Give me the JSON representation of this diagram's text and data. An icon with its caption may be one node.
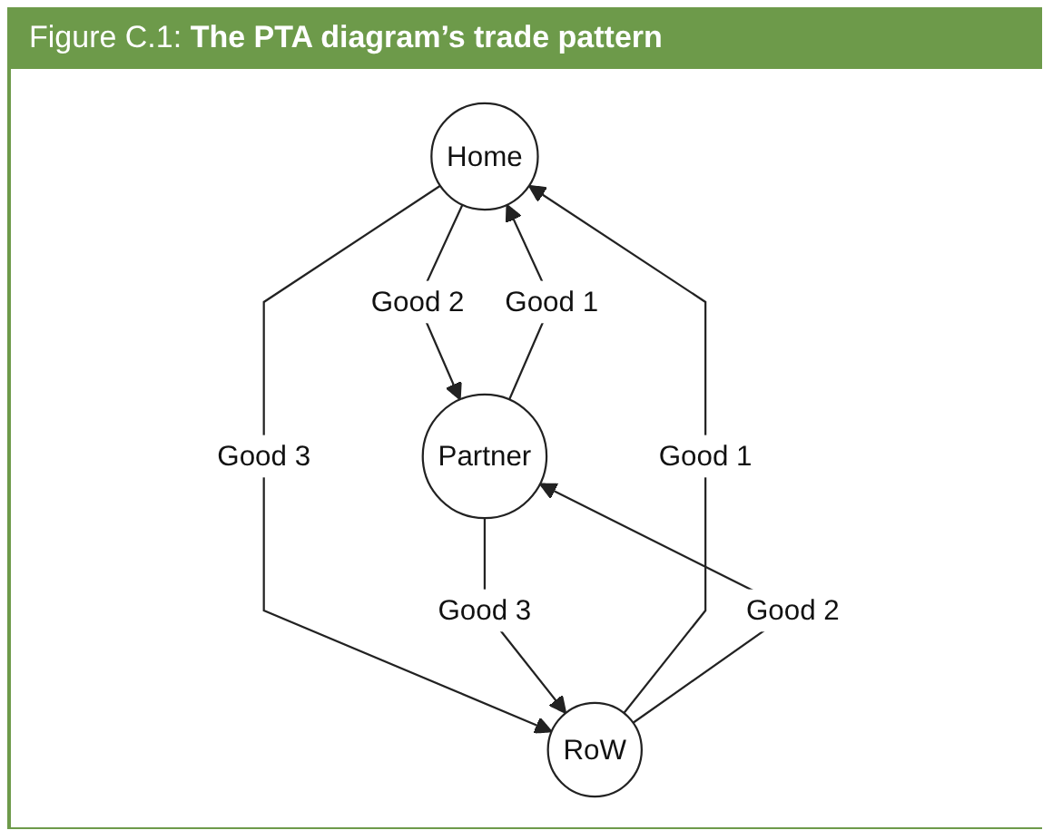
{
  "diagram": {
    "title": "Figure C.1: **The PTA diagram’s trade pattern**",
    "nodes": [
      {
        "text": [
          "Home"
        ]
      },
      {
        "text": [
          "Partner"
        ]
      },
      {
        "text": [
          "RoW"
        ]
      }
    ],
    "edges": [
      {
        "from": 1,
        "to": 0,
        "arrow": "to",
        "label": "Good 1"
      },
      {
        "from": 0,
        "to": 1,
        "arrow": "to",
        "label": "Good 2"
      },
      {
        "from": 2,
        "to": 0,
        "arrow": "to",
        "label": "Good 1"
      },
      {
        "from": 2,
        "to": 1,
        "arrow": "to",
        "label": "Good 2"
      },
      {
        "from": 0,
        "to": 2,
        "arrow": "to",
        "label": "Good 3"
      },
      {
        "from": 1,
        "to": 2,
        "arrow": "to",
        "label": "Good 3"
      }
    ]
  }
}
